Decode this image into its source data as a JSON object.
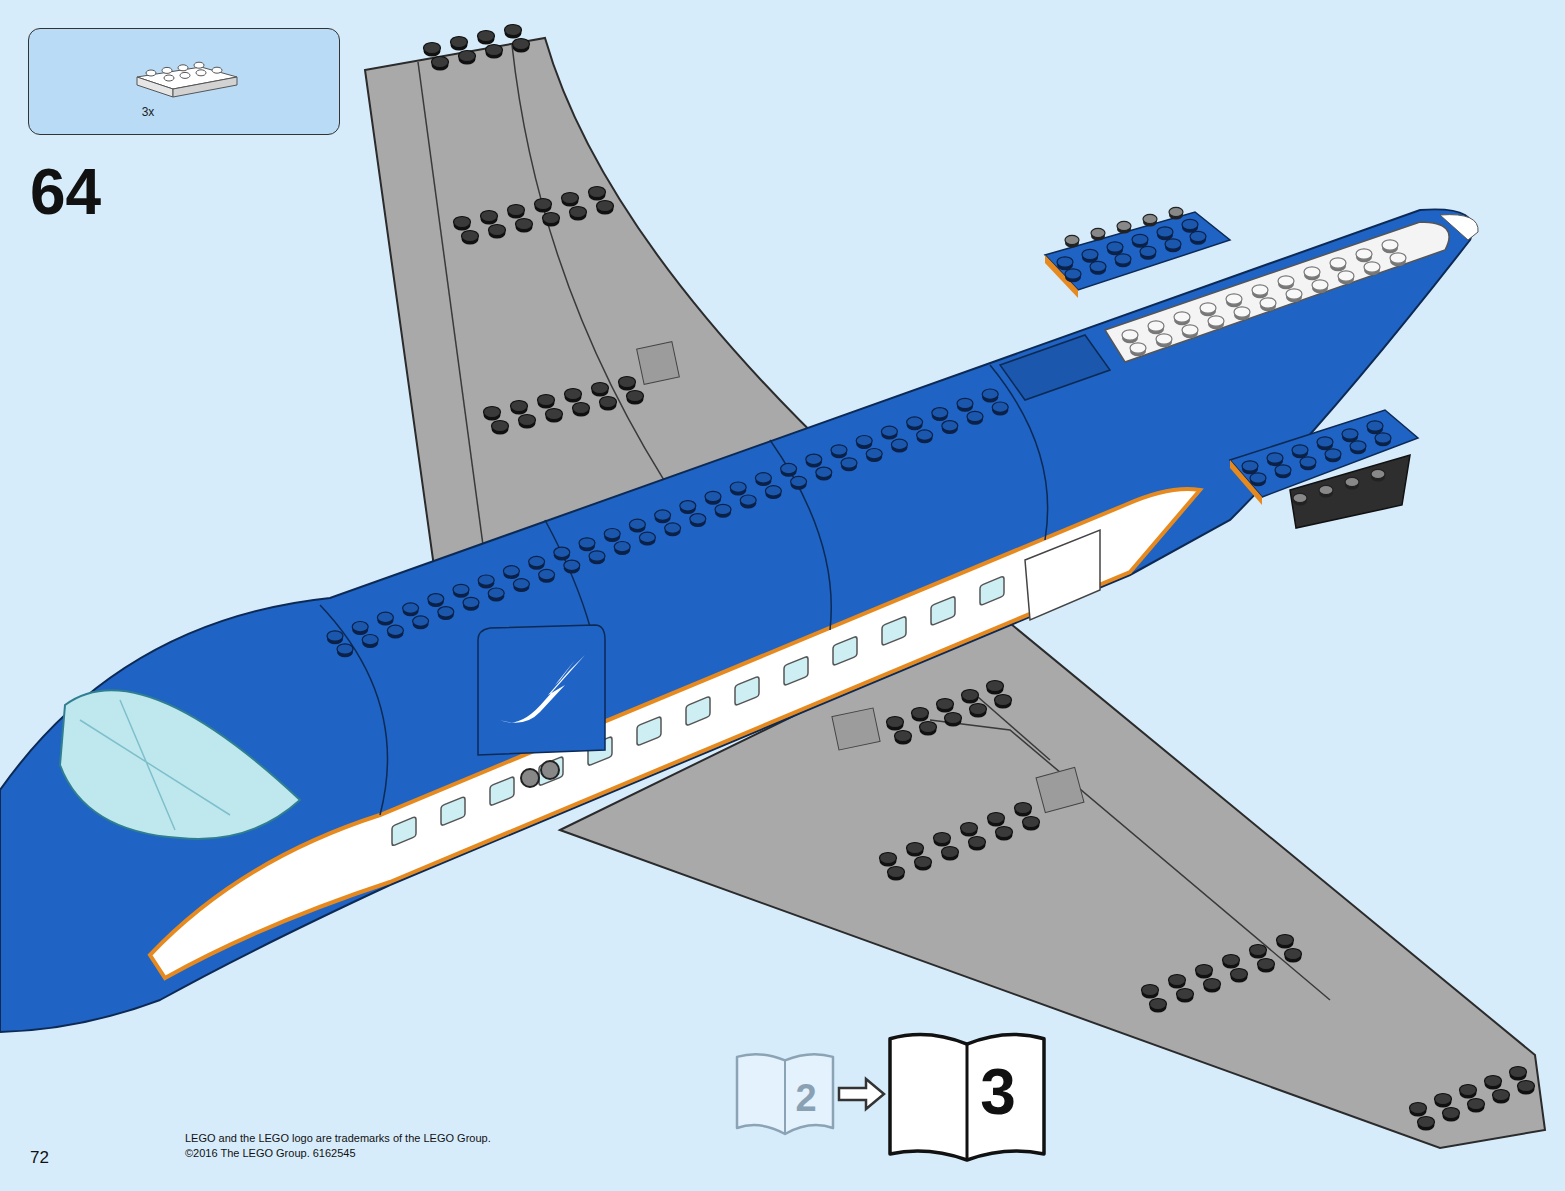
{
  "diagram": {
    "nodes": [
      {
        "text": [
          "3x"
        ]
      },
      {
        "text": [
          "2"
        ]
      },
      {
        "text": [
          "3"
        ]
      }
    ],
    "edges": [
      {
        "from": 1,
        "to": 2,
        "arrow": "to"
      }
    ],
    "labels": [
      "64",
      "72",
      "LEGO and the LEGO logo are trademarks of the LEGO Group.",
      "©2016 The LEGO Group. 6162545"
    ]
  }
}
